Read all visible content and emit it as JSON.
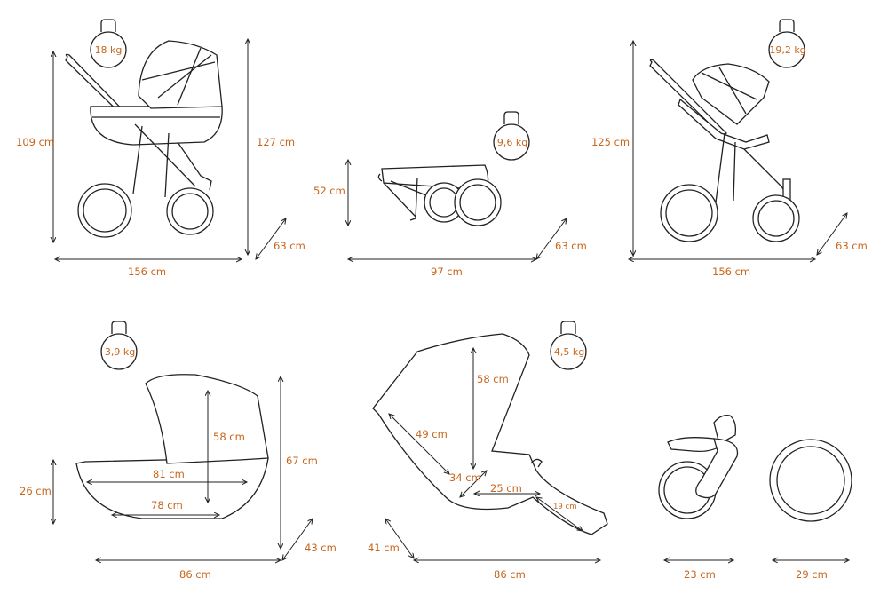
{
  "colors": {
    "accent": "#c8661c",
    "line": "#222222"
  },
  "stroller_carrycot": {
    "weight": "18 kg",
    "height": "109 cm",
    "height_total": "127 cm",
    "length": "156 cm",
    "width": "63 cm"
  },
  "folded": {
    "weight": "9,6 kg",
    "height": "52 cm",
    "length": "97 cm",
    "width": "63 cm"
  },
  "stroller_seat": {
    "weight": "19,2 kg",
    "height": "125 cm",
    "length": "156 cm",
    "width": "63 cm"
  },
  "carrycot": {
    "weight": "3,9 kg",
    "height": "26 cm",
    "inner_top": "81 cm",
    "inner_bottom": "78 cm",
    "inner_height": "58 cm",
    "height_total": "67 cm",
    "width": "43 cm",
    "length": "86 cm"
  },
  "seat": {
    "weight": "4,5 kg",
    "backrest": "58 cm",
    "back_length": "49 cm",
    "seat_depth": "34 cm",
    "seat_length": "25 cm",
    "footrest": "19 cm",
    "width": "41 cm",
    "length": "86 cm"
  },
  "wheels": {
    "front": "23 cm",
    "rear": "29 cm"
  }
}
